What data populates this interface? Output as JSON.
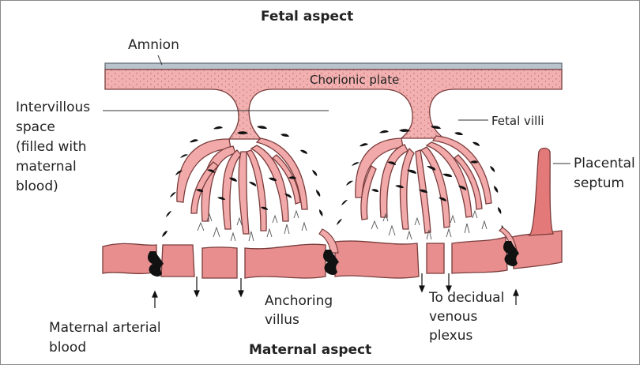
{
  "diagram": {
    "header_top": "Fetal aspect",
    "header_bottom": "Maternal aspect",
    "labels": {
      "amnion": "Amnion",
      "chorionic_plate": "Chorionic plate",
      "intervillous": [
        "Intervillous",
        "space",
        "(filled with",
        "maternal",
        "blood)"
      ],
      "fetal_villi": "Fetal villi",
      "placental_septum": [
        "Placental",
        "septum"
      ],
      "anchoring_villus": [
        "Anchoring",
        "villus"
      ],
      "decidual": [
        "To decidual",
        "venous",
        "plexus"
      ],
      "maternal_arterial": [
        "Maternal arterial",
        "blood"
      ]
    },
    "colors": {
      "tissue_fill": "#f2a9a9",
      "tissue_stroke": "#7a3c3c",
      "amnion": "#b9c3cc",
      "blood": "#111111",
      "septum_fill": "#e47979"
    }
  }
}
